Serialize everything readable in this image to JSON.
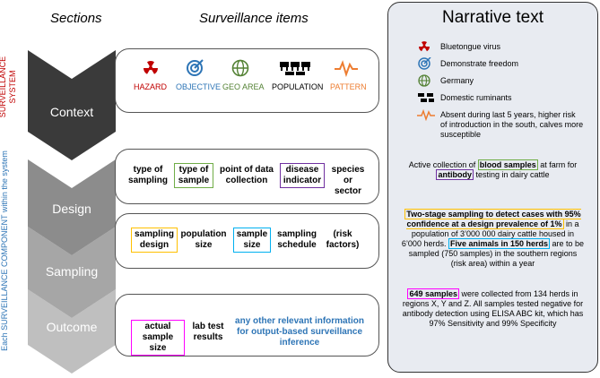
{
  "headers": {
    "sections": "Sections",
    "items": "Surveillance items"
  },
  "side_labels": {
    "system": "SURVEILLANCE\nSYSTEM",
    "component_pre": "Each ",
    "component_mid": "SURVEILLANCE COMPONENT",
    "component_post": " within the system"
  },
  "sections": [
    "Context",
    "Design",
    "Sampling",
    "Outcome"
  ],
  "context_items": [
    {
      "label": "HAZARD",
      "icon": "radiation-icon",
      "color": "#c00000"
    },
    {
      "label": "OBJECTIVE",
      "icon": "target-icon",
      "color": "#2e75b6"
    },
    {
      "label": "GEO AREA",
      "icon": "globe-icon",
      "color": "#548235"
    },
    {
      "label": "POPULATION",
      "icon": "cattle-icon",
      "color": "#000000"
    },
    {
      "label": "PATTERN",
      "icon": "pulse-icon",
      "color": "#ed7d31"
    }
  ],
  "design_items": [
    "type of sampling",
    "type of sample",
    "point of data collection",
    "disease indicator",
    "species or sector"
  ],
  "sampling_items": [
    "sampling design",
    "population size",
    "sample size",
    "sampling schedule",
    "(risk factors)"
  ],
  "outcome_items": [
    "actual sample size",
    "lab test results",
    "any other relevant information for output-based surveillance inference"
  ],
  "narrative": {
    "title": "Narrative text",
    "context_list": [
      "Bluetongue virus",
      "Demonstrate freedom",
      "Germany",
      "Domestic ruminants",
      "Absent during last 5 years, higher risk of introduction in the south, calves more susceptible"
    ],
    "design_para": {
      "p1": "Active collection of ",
      "h1": "blood samples",
      "p2": " at farm for ",
      "h2": "antibody",
      "p3": " testing in dairy cattle"
    },
    "sampling_para": {
      "h1": "Two-stage sampling to detect cases with 95% confidence at a design prevalence of 1%",
      "p1": " in a population of 3’000 000 dairy cattle housed in 6’000 herds. ",
      "h2": "Five animals in 150 herds",
      "p2": " are to be sampled (750 samples) in the southern regions (risk area) within a year"
    },
    "outcome_para": {
      "h1": "649 samples",
      "p1": " were collected from 134 herds in regions X, Y and Z. All samples tested negative for antibody detection using ELISA ABC kit, which has 97% Sensitivity and 99% Specificity"
    }
  },
  "colors": {
    "hazard": "#c00000",
    "green": "#70ad47",
    "purple": "#7030a0",
    "orange": "#ffc000",
    "cyan": "#00b0f0",
    "magenta": "#ff00ff",
    "blue": "#2e75b6",
    "grey": "#bfbfbf"
  }
}
